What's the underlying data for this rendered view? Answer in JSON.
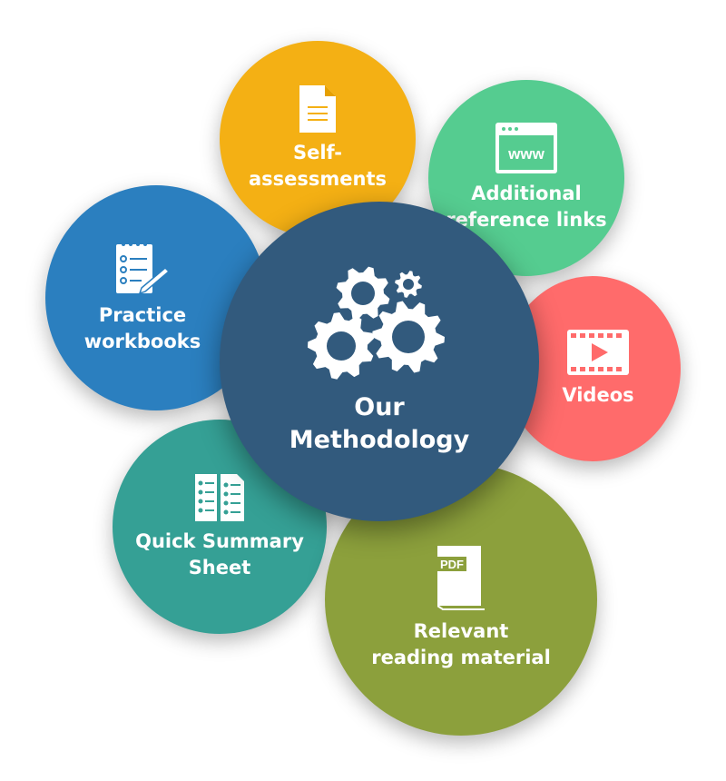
{
  "center": {
    "label_line1": "Our",
    "label_line2": "Methodology",
    "icon": "gears-icon",
    "color": "#325A7D"
  },
  "items": [
    {
      "id": "self",
      "line1": "Self-",
      "line2": "assessments",
      "icon": "document-icon",
      "color": "#F4B014"
    },
    {
      "id": "links",
      "line1": "Additional",
      "line2": "reference links",
      "icon": "browser-www-icon",
      "color": "#55CC90"
    },
    {
      "id": "practice",
      "line1": "Practice",
      "line2": "workbooks",
      "icon": "checklist-notepad-icon",
      "color": "#2B7FBF"
    },
    {
      "id": "videos",
      "line1": "Videos",
      "line2": "",
      "icon": "film-play-icon",
      "color": "#FF6B6B"
    },
    {
      "id": "quick",
      "line1": "Quick Summary",
      "line2": "Sheet",
      "icon": "summary-sheet-icon",
      "color": "#35A095"
    },
    {
      "id": "reading",
      "line1": "Relevant",
      "line2": "reading material",
      "icon": "pdf-book-icon",
      "color": "#8CA03C",
      "icon_text": "PDF"
    }
  ],
  "icons": {
    "www_text": "www"
  }
}
